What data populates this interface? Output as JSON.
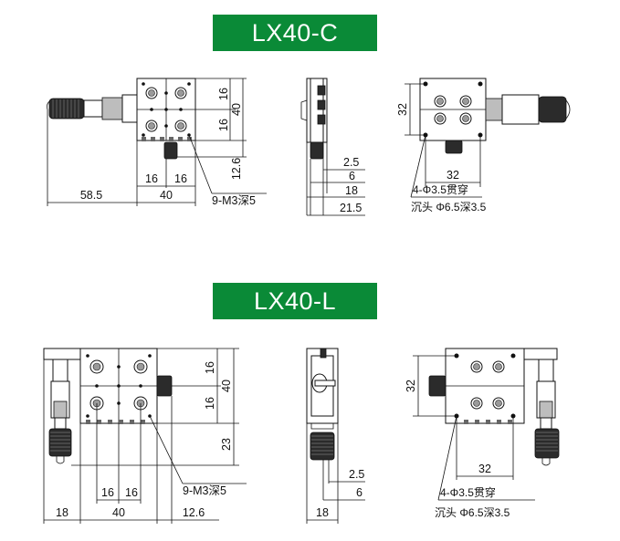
{
  "models": {
    "c": {
      "title": "LX40-C"
    },
    "l": {
      "title": "LX40-L"
    }
  },
  "c_dims": {
    "d16a": "16",
    "d16b": "16",
    "d40v": "40",
    "d126": "12.6",
    "d585": "58.5",
    "d16c": "16",
    "d16d": "16",
    "d40h": "40",
    "m3": "9-M3深5",
    "s25": "2.5",
    "s6": "6",
    "s18": "18",
    "s215": "21.5",
    "b32v": "32",
    "b32h": "32",
    "bolt1": "4-Φ3.5贯穿",
    "bolt2": "沉头 Φ6.5深3.5"
  },
  "l_dims": {
    "d16a": "16",
    "d16b": "16",
    "d40v": "40",
    "d23": "23",
    "d18": "18",
    "d16c": "16",
    "d16d": "16",
    "d40h": "40",
    "d126": "12.6",
    "m3": "9-M3深5",
    "s25": "2.5",
    "s6": "6",
    "s18": "18",
    "b32v": "32",
    "b32h": "32",
    "bolt1": "4-Φ3.5贯穿",
    "bolt2": "沉头 Φ6.5深3.5"
  },
  "colors": {
    "banner": "#0a8a37",
    "banner_text": "#ffffff"
  }
}
